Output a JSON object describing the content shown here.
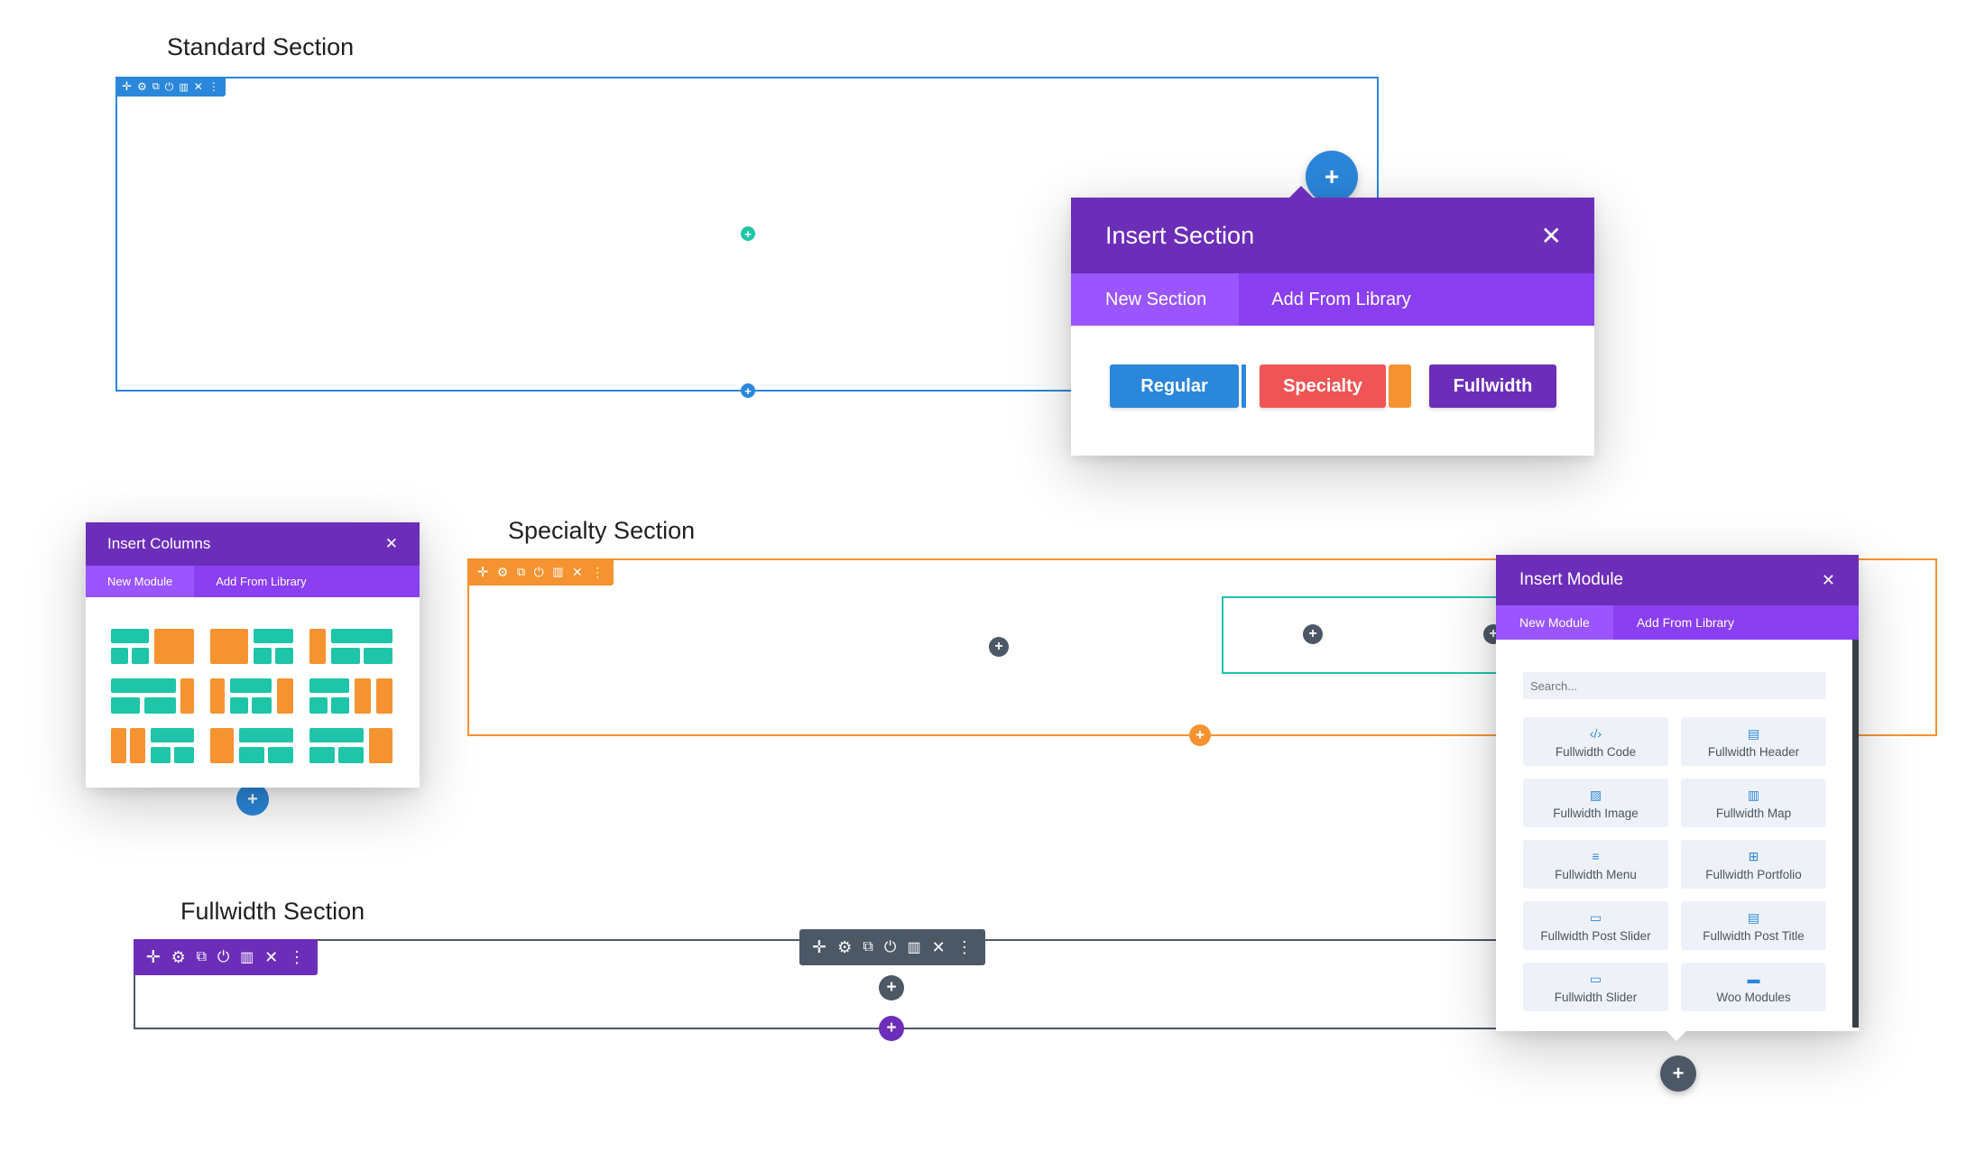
{
  "sections": {
    "standard": {
      "title": "Standard Section"
    },
    "specialty": {
      "title": "Specialty Section"
    },
    "fullwidth": {
      "title": "Fullwidth Section"
    }
  },
  "insert_section": {
    "title": "Insert Section",
    "tabs": [
      "New Section",
      "Add From Library"
    ],
    "buttons": {
      "regular": "Regular",
      "specialty": "Specialty",
      "fullwidth": "Fullwidth"
    }
  },
  "insert_columns": {
    "title": "Insert Columns",
    "tabs": [
      "New Module",
      "Add From Library"
    ]
  },
  "insert_module": {
    "title": "Insert Module",
    "tabs": [
      "New Module",
      "Add From Library"
    ],
    "search_placeholder": "Search...",
    "modules": [
      {
        "label": "Fullwidth Code",
        "icon": "code-icon"
      },
      {
        "label": "Fullwidth Header",
        "icon": "header-icon"
      },
      {
        "label": "Fullwidth Image",
        "icon": "image-icon"
      },
      {
        "label": "Fullwidth Map",
        "icon": "map-icon"
      },
      {
        "label": "Fullwidth Menu",
        "icon": "menu-icon"
      },
      {
        "label": "Fullwidth Portfolio",
        "icon": "portfolio-icon"
      },
      {
        "label": "Fullwidth Post Slider",
        "icon": "post-slider-icon"
      },
      {
        "label": "Fullwidth Post Title",
        "icon": "post-title-icon"
      },
      {
        "label": "Fullwidth Slider",
        "icon": "slider-icon"
      },
      {
        "label": "Woo Modules",
        "icon": "woo-icon"
      }
    ]
  },
  "colors": {
    "blue": "#2b87da",
    "orange": "#f59331",
    "purple": "#6c2eb9",
    "purple_tab": "#8a3ff0",
    "teal": "#1fc5a8",
    "red": "#ef5555",
    "dark": "#4c5866"
  }
}
